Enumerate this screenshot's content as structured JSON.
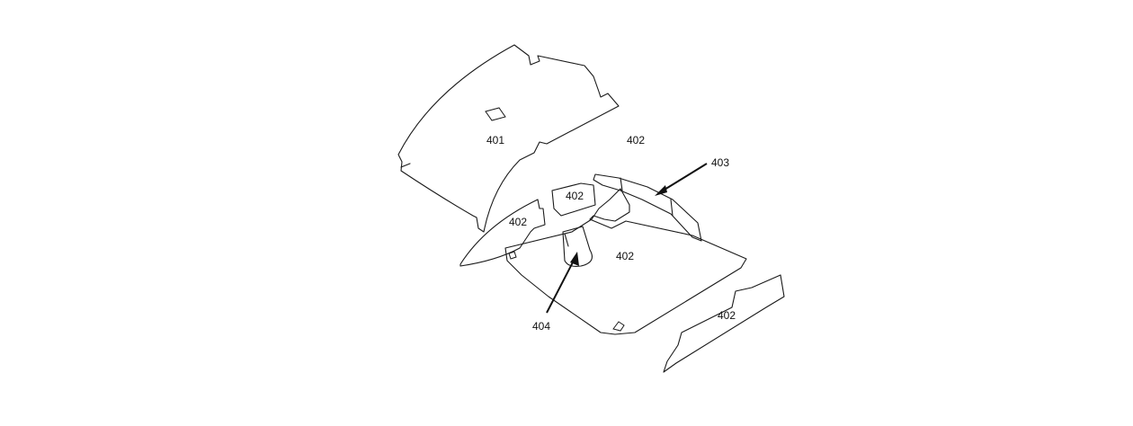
{
  "labels": {
    "roof_panel": "401",
    "center_top": "402",
    "inner_small": "402",
    "left_piece": "402",
    "floor_panel": "402",
    "right_piece": "402",
    "ridge_strip": "403",
    "funnel": "404"
  },
  "colors": {
    "line": "#1a1a1a",
    "background": "#ffffff"
  }
}
